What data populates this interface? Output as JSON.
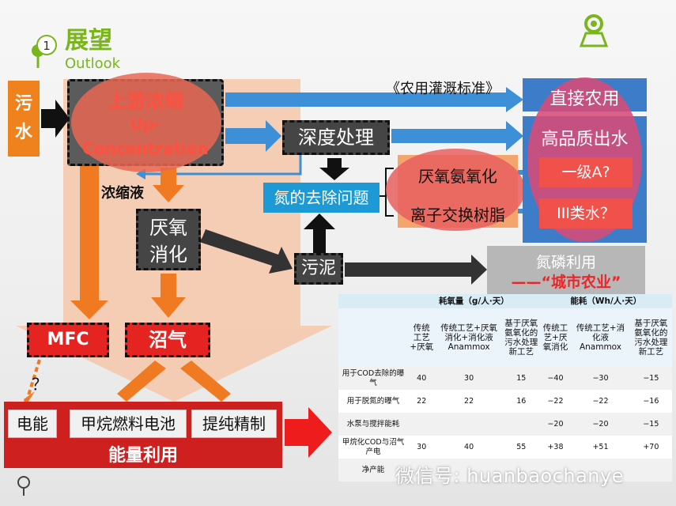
{
  "header": {
    "title": "展望",
    "subtitle": "Outlook",
    "page_number": "1"
  },
  "sewage": {
    "label": "污水"
  },
  "upstream": {
    "label_cn": "上游浓缩",
    "label_en_1": "Up-",
    "label_en_2": "Concentration"
  },
  "concentrate": {
    "label": "浓缩液"
  },
  "standard": {
    "label": "《农用灌溉标准》"
  },
  "deep_treatment": {
    "label": "深度处理"
  },
  "nitrogen_removal": {
    "label": "氮的去除问题"
  },
  "technologies": {
    "anammox": "厌氧氨氧化",
    "ion_exchange": "离子交换树脂"
  },
  "outputs": {
    "direct_agri": "直接农用",
    "high_quality": "高品质出水",
    "grade_a": "一级A?",
    "class_three": "III类水？"
  },
  "anaerobic": {
    "line1": "厌氧",
    "line2": "消化"
  },
  "sludge": {
    "label": "污泥"
  },
  "nutrient": {
    "label": "氮磷利用",
    "urban": "——“城市农业”"
  },
  "mfc": {
    "label": "MFC"
  },
  "biogas": {
    "label": "沼气"
  },
  "question": {
    "label": "？"
  },
  "energy": {
    "title": "能量利用",
    "items": [
      "电能",
      "甲烷燃料电池",
      "提纯精制"
    ]
  },
  "table": {
    "group_headers": [
      "耗氧量（g/人·天）",
      "能耗（Wh/人·天）"
    ],
    "columns": [
      "传统工艺+厌氧",
      "传统工艺+厌氧消化+消化液Anammox",
      "基于厌氧氨氧化的污水处理新工艺",
      "传统工艺+厌氧消化",
      "传统工艺+消化液Anammox",
      "基于厌氧氨氧化的污水处理新工艺"
    ],
    "rows": [
      {
        "label": "用于COD去除的曝气",
        "values": [
          "40",
          "30",
          "15",
          "−40",
          "−30",
          "−15"
        ]
      },
      {
        "label": "用于脱氮的曝气",
        "values": [
          "22",
          "22",
          "16",
          "−22",
          "−22",
          "−16"
        ]
      },
      {
        "label": "水泵与搅拌能耗",
        "values": [
          "",
          "",
          "",
          "−20",
          "−20",
          "−15"
        ]
      },
      {
        "label": "甲烷化COD与沼气产电",
        "values": [
          "30",
          "40",
          "55",
          "+38",
          "+51",
          "+70"
        ]
      },
      {
        "label": "净产能",
        "values": [
          "",
          "",
          "",
          "",
          "",
          ""
        ]
      }
    ]
  },
  "watermark": {
    "label": "微信号: huanbaochanye"
  },
  "colors": {
    "green_accent": "#7ab51d",
    "orange": "#f0821e",
    "blue_arrow": "#3d8fd8",
    "red": "#e52421",
    "blue_panel": "#3d7cc9"
  }
}
